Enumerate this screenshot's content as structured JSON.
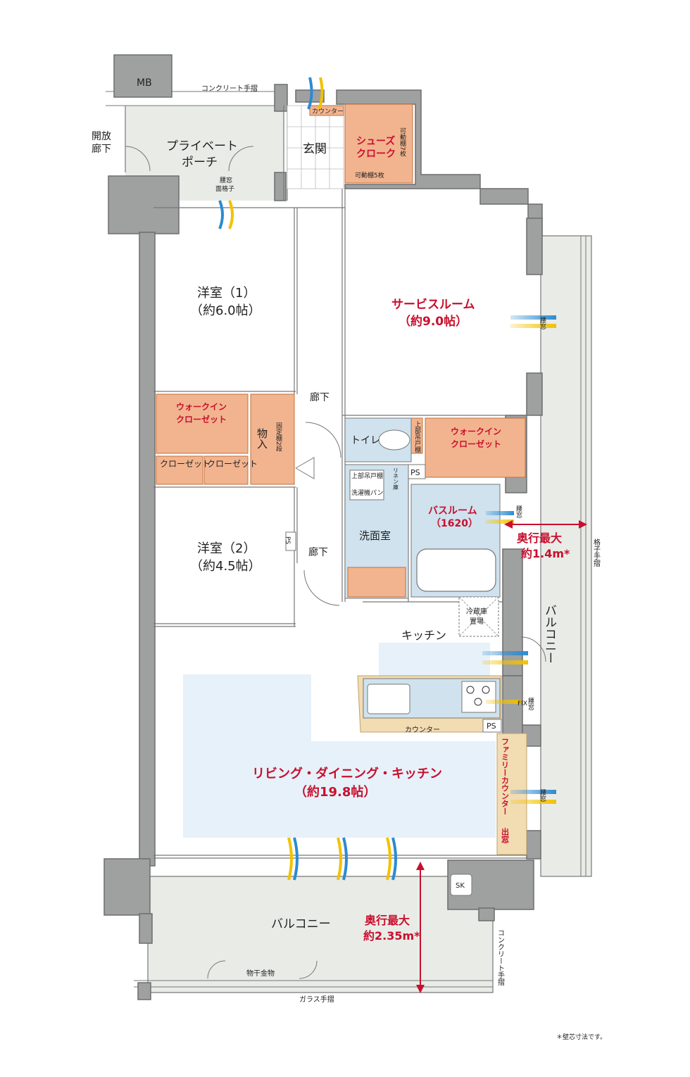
{
  "colors": {
    "wall": "#9fa0a0",
    "storage": "#f2b48f",
    "wet_area": "#cfe2ee",
    "ldk_highlight": "#e6f1fa",
    "balcony": "#e9ebe6",
    "accent_red": "#c8102e",
    "vent_blue": "#2c8bd0",
    "vent_yellow": "#f2c200"
  },
  "labels": {
    "mb": "MB",
    "concrete_rail_top": "コンクリート手摺",
    "open_corridor_1": "開放",
    "open_corridor_2": "廊下",
    "porch_1": "プライベート",
    "porch_2": "ポーチ",
    "lattice_window_1": "腰窓",
    "lattice_window_2": "面格子",
    "counter_entry": "カウンター",
    "entrance": "玄関",
    "shoe_cloak_1": "シューズ",
    "shoe_cloak_2": "クローク",
    "shelf5": "可動棚5枚",
    "shelf7": "可動棚7枚",
    "western1_name": "洋室（1）",
    "western1_size": "（約6.0帖）",
    "service_room_name": "サービスルーム",
    "service_room_size": "（約9.0帖）",
    "waist_window": "腰窓",
    "corridor": "廊下",
    "wic1_1": "ウォークイン",
    "wic1_2": "クローゼット",
    "closet": "クローゼット",
    "storage": "物入",
    "fixed_shelf": "固定棚2段",
    "toilet": "トイレ",
    "upper_cabinet": "上部吊戸棚",
    "wic2_1": "ウォークイン",
    "wic2_2": "クローゼット",
    "washer_pan": "洗濯機パン",
    "linen": "リネン庫",
    "ps": "PS",
    "bath_1": "バスルーム",
    "bath_2": "（1620）",
    "depth_bal_right_1": "奥行最大",
    "depth_bal_right_2": "約1.4m*",
    "lattice_rail": "格子手摺",
    "washroom": "洗面室",
    "western2_name": "洋室（2）",
    "western2_size": "（約4.5帖）",
    "fridge_1": "冷蔵庫",
    "fridge_2": "置場",
    "balcony_right": "バルコニー",
    "kitchen": "キッチン",
    "fix": "FIX",
    "counter_kitchen": "カウンター",
    "family_counter": "ファミリーカウンター",
    "bay_window": "出窓",
    "ldk_name": "リビング・ダイニング・キッチン",
    "ldk_size": "（約19.8帖）",
    "sk": "SK",
    "balcony_bottom": "バルコニー",
    "depth_bal_bottom_1": "奥行最大",
    "depth_bal_bottom_2": "約2.35m*",
    "concrete_rail_side": "コンクリート手摺",
    "drying_rack": "物干金物",
    "glass_rail": "ガラス手摺",
    "footnote": "＊壁芯寸法です。"
  }
}
